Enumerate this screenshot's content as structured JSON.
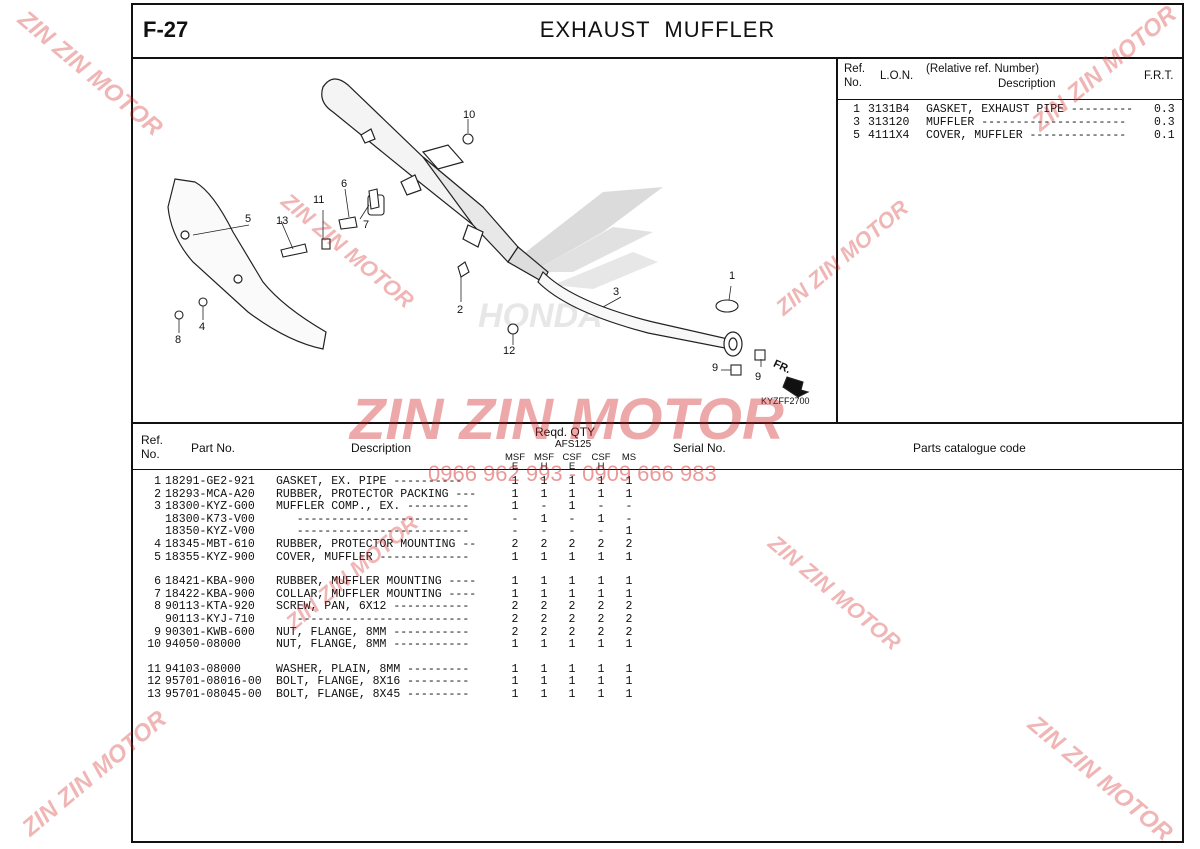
{
  "header": {
    "code": "F-27",
    "title": "EXHAUST  MUFFLER"
  },
  "diagram": {
    "callouts": [
      "1",
      "2",
      "3",
      "4",
      "5",
      "6",
      "7",
      "8",
      "9",
      "9",
      "10",
      "11",
      "12",
      "13"
    ],
    "direction_label": "FR.",
    "figure_code": "KYZFF2700"
  },
  "ref_table": {
    "headers": {
      "ref": "Ref.",
      "no": "No.",
      "lon": "L.O.N.",
      "relative": "(Relative ref. Number)",
      "description": "Description",
      "frt": "F.R.T."
    },
    "rows": [
      {
        "ref": "1",
        "lon": "3131B4",
        "desc": "GASKET, EXHAUST PIPE ---------",
        "frt": "0.3"
      },
      {
        "ref": "3",
        "lon": "313120",
        "desc": "MUFFLER ---------------------",
        "frt": "0.3"
      },
      {
        "ref": "5",
        "lon": "4111X4",
        "desc": "COVER, MUFFLER --------------",
        "frt": "0.1"
      }
    ]
  },
  "parts_table": {
    "headers": {
      "ref": "Ref.",
      "no": "No.",
      "part_no": "Part No.",
      "description": "Description",
      "reqd_qty": "Reqd. QTY",
      "model": "AFS125",
      "serial": "Serial No.",
      "catalogue": "Parts catalogue code"
    },
    "qty_columns": [
      {
        "top": "MSF",
        "bottom": "E"
      },
      {
        "top": "MSF",
        "bottom": "H"
      },
      {
        "top": "CSF",
        "bottom": "E"
      },
      {
        "top": "CSF",
        "bottom": "H"
      },
      {
        "top": "MS",
        "bottom": ""
      }
    ],
    "rows": [
      {
        "ref": "1",
        "part": "18291-GE2-921",
        "desc": "GASKET, EX. PIPE ----------",
        "q": [
          "1",
          "1",
          "1",
          "1",
          "1"
        ]
      },
      {
        "ref": "2",
        "part": "18293-MCA-A20",
        "desc": "RUBBER, PROTECTOR PACKING ---",
        "q": [
          "1",
          "1",
          "1",
          "1",
          "1"
        ]
      },
      {
        "ref": "3",
        "part": "18300-KYZ-G00",
        "desc": "MUFFLER COMP., EX. ---------",
        "q": [
          "1",
          "-",
          "1",
          "-",
          "-"
        ]
      },
      {
        "ref": "",
        "part": "18300-K73-V00",
        "desc": "   -------------------------",
        "q": [
          "-",
          "1",
          "-",
          "1",
          "-"
        ]
      },
      {
        "ref": "",
        "part": "18350-KYZ-V00",
        "desc": "   -------------------------",
        "q": [
          "-",
          "-",
          "-",
          "-",
          "1"
        ]
      },
      {
        "ref": "4",
        "part": "18345-MBT-610",
        "desc": "RUBBER, PROTECTOR MOUNTING --",
        "q": [
          "2",
          "2",
          "2",
          "2",
          "2"
        ]
      },
      {
        "ref": "5",
        "part": "18355-KYZ-900",
        "desc": "COVER, MUFFLER -------------",
        "q": [
          "1",
          "1",
          "1",
          "1",
          "1"
        ]
      },
      {
        "ref": "6",
        "part": "18421-KBA-900",
        "desc": "RUBBER, MUFFLER MOUNTING ----",
        "q": [
          "1",
          "1",
          "1",
          "1",
          "1"
        ]
      },
      {
        "ref": "7",
        "part": "18422-KBA-900",
        "desc": "COLLAR, MUFFLER MOUNTING ----",
        "q": [
          "1",
          "1",
          "1",
          "1",
          "1"
        ]
      },
      {
        "ref": "8",
        "part": "90113-KTA-920",
        "desc": "SCREW, PAN, 6X12 -----------",
        "q": [
          "2",
          "2",
          "2",
          "2",
          "2"
        ]
      },
      {
        "ref": "",
        "part": "90113-KYJ-710",
        "desc": "   -------------------------",
        "q": [
          "2",
          "2",
          "2",
          "2",
          "2"
        ]
      },
      {
        "ref": "9",
        "part": "90301-KWB-600",
        "desc": "NUT, FLANGE, 8MM -----------",
        "q": [
          "2",
          "2",
          "2",
          "2",
          "2"
        ]
      },
      {
        "ref": "10",
        "part": "94050-08000",
        "desc": "NUT, FLANGE, 8MM -----------",
        "q": [
          "1",
          "1",
          "1",
          "1",
          "1"
        ]
      },
      {
        "ref": "11",
        "part": "94103-08000",
        "desc": "WASHER, PLAIN, 8MM ---------",
        "q": [
          "1",
          "1",
          "1",
          "1",
          "1"
        ]
      },
      {
        "ref": "12",
        "part": "95701-08016-00",
        "desc": "BOLT, FLANGE, 8X16 ---------",
        "q": [
          "1",
          "1",
          "1",
          "1",
          "1"
        ]
      },
      {
        "ref": "13",
        "part": "95701-08045-00",
        "desc": "BOLT, FLANGE, 8X45 ---------",
        "q": [
          "1",
          "1",
          "1",
          "1",
          "1"
        ]
      }
    ]
  },
  "watermark": {
    "brand": "ZIN ZIN MOTOR",
    "phone": "0966 962 993 - 0909 666 983"
  },
  "colors": {
    "watermark": "#d21f1f",
    "ink": "#111111"
  }
}
